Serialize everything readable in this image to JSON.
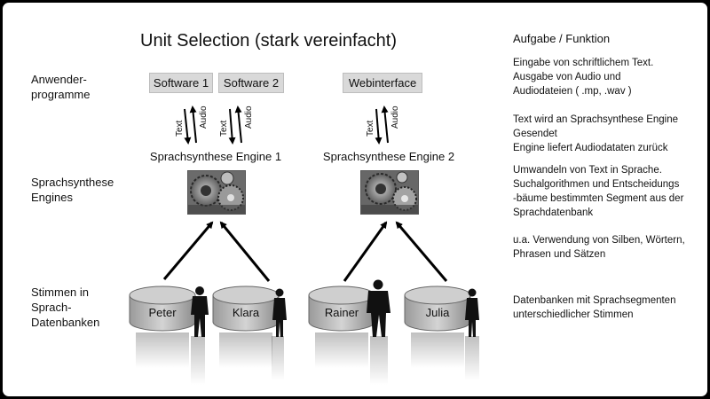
{
  "title": "Unit Selection (stark vereinfacht)",
  "row_labels": {
    "apps": [
      "Anwender-",
      "programme"
    ],
    "engines": [
      "Sprachsynthese",
      "Engines"
    ],
    "voices": [
      "Stimmen in",
      "Sprach-",
      "Datenbanken"
    ]
  },
  "apps": [
    "Software 1",
    "Software 2",
    "Webinterface"
  ],
  "arrow_labels": {
    "down": "Text",
    "up": "Audio"
  },
  "engines": [
    "Sprachsynthese Engine 1",
    "Sprachsynthese Engine 2"
  ],
  "databases": [
    "Peter",
    "Klara",
    "Rainer",
    "Julia"
  ],
  "right_column": {
    "heading": "Aufgabe / Funktion",
    "blocks": [
      [
        "Eingabe von schriftlichem Text.",
        "Ausgabe von Audio und",
        "Audiodateien ( .mp, .wav )"
      ],
      [
        "Text wird an Sprachsynthese Engine",
        "Gesendet",
        "Engine liefert Audiodataten zurück"
      ],
      [
        "Umwandeln von Text in Sprache.",
        "Suchalgorithmen und Entscheidungs",
        "-bäume bestimmten Segment aus der",
        "Sprachdatenbank"
      ],
      [
        "u.a. Verwendung von Silben, Wörtern,",
        "Phrasen und Sätzen"
      ],
      [
        "Datenbanken mit Sprachsegmenten",
        "unterschiedlicher Stimmen"
      ]
    ]
  }
}
